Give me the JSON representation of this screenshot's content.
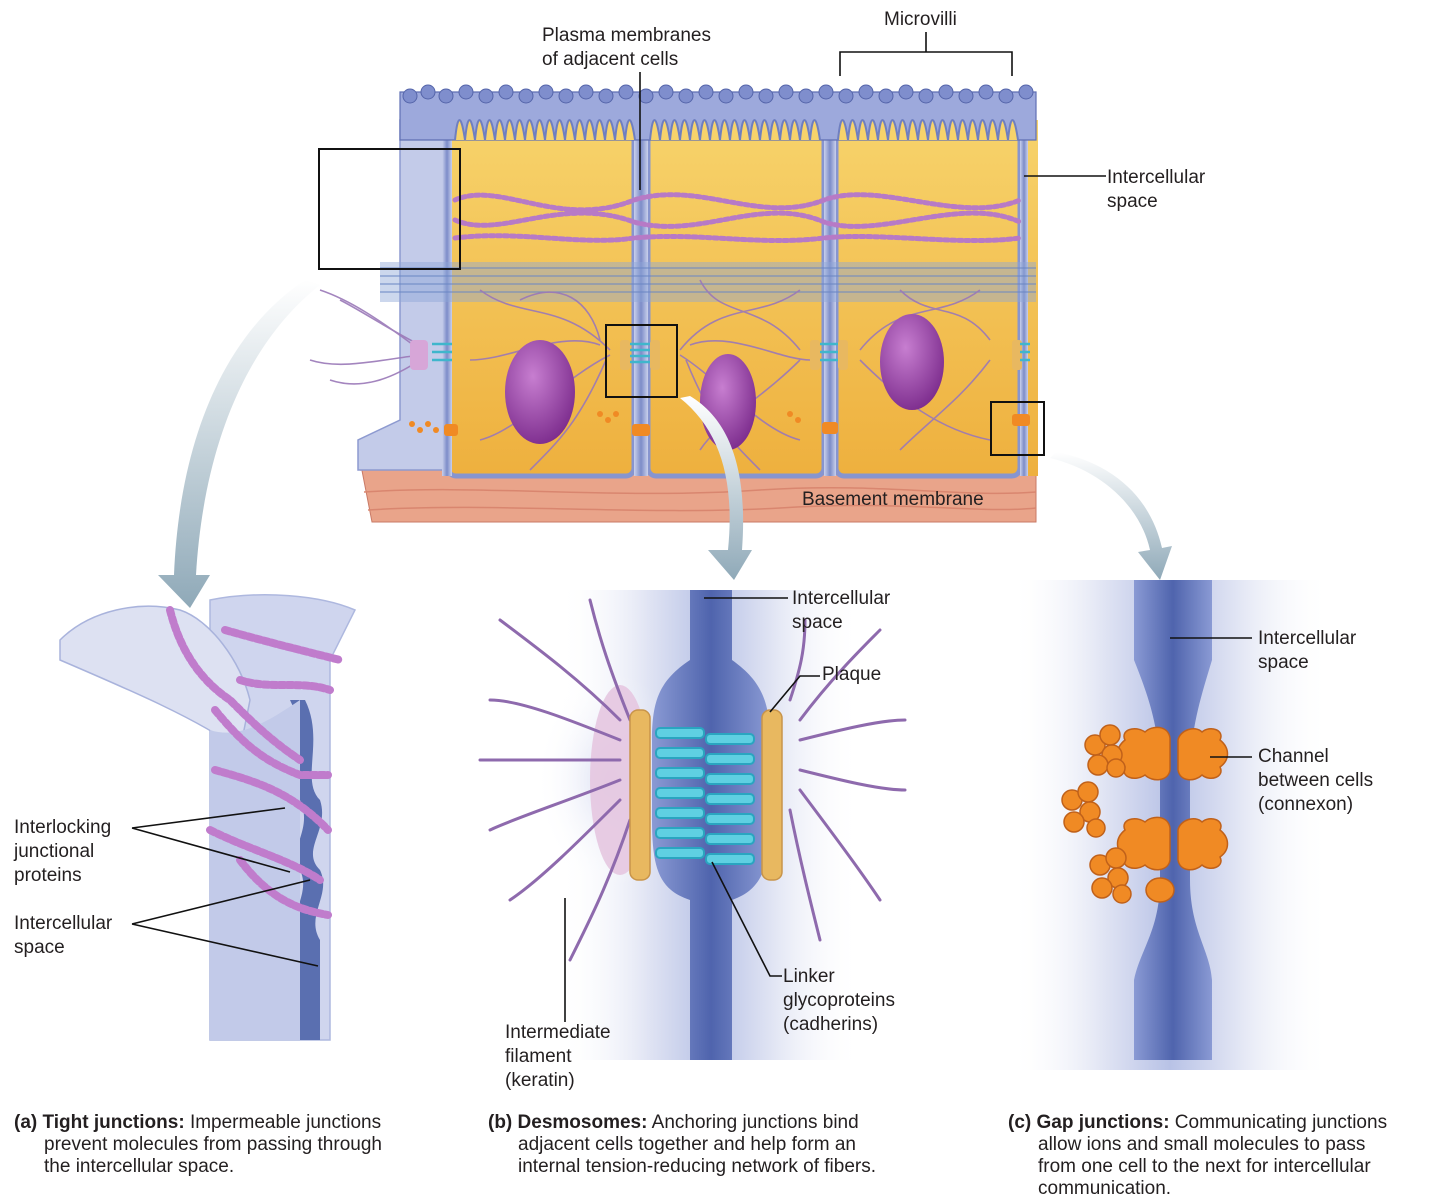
{
  "labels": {
    "plasma_membranes": [
      "Plasma membranes",
      "of adjacent cells"
    ],
    "microvilli": "Microvilli",
    "intercellular_space_top": [
      "Intercellular",
      "space"
    ],
    "basement_membrane": "Basement membrane",
    "interlocking": [
      "Interlocking",
      "junctional",
      "proteins"
    ],
    "intercellular_space_a": [
      "Intercellular",
      "space"
    ],
    "intercellular_space_b": [
      "Intercellular",
      "space"
    ],
    "plaque": "Plaque",
    "linker": [
      "Linker",
      "glycoproteins",
      "(cadherins)"
    ],
    "intermediate_filament": [
      "Intermediate",
      "filament",
      "(keratin)"
    ],
    "intercellular_space_c": [
      "Intercellular",
      "space"
    ],
    "channel": [
      "Channel",
      "between cells",
      "(connexon)"
    ]
  },
  "captions": {
    "a": {
      "letter": "(a)",
      "title": "Tight junctions:",
      "lines": [
        "Impermeable junctions",
        "prevent molecules from passing through",
        "the intercellular space."
      ]
    },
    "b": {
      "letter": "(b)",
      "title": "Desmosomes:",
      "lines": [
        "Anchoring junctions bind",
        "adjacent cells together and help form an",
        "internal tension-reducing network of fibers."
      ]
    },
    "c": {
      "letter": "(c)",
      "title": "Gap junctions:",
      "lines": [
        "Communicating junctions",
        "allow ions and small molecules to pass",
        "from one cell to the next for intercellular",
        "communication."
      ]
    }
  },
  "colors": {
    "cytoplasm": "#f2c14e",
    "membrane": "#9aa8d6",
    "space": "#5a6fb0",
    "nucleus": "#9b3fa6",
    "basement": "#e8a58d",
    "filament": "#a078b8",
    "cadherin": "#4fc4d8",
    "plaque": "#e8b860",
    "connexon": "#f08a24",
    "arrow": "#9fb6c4"
  }
}
